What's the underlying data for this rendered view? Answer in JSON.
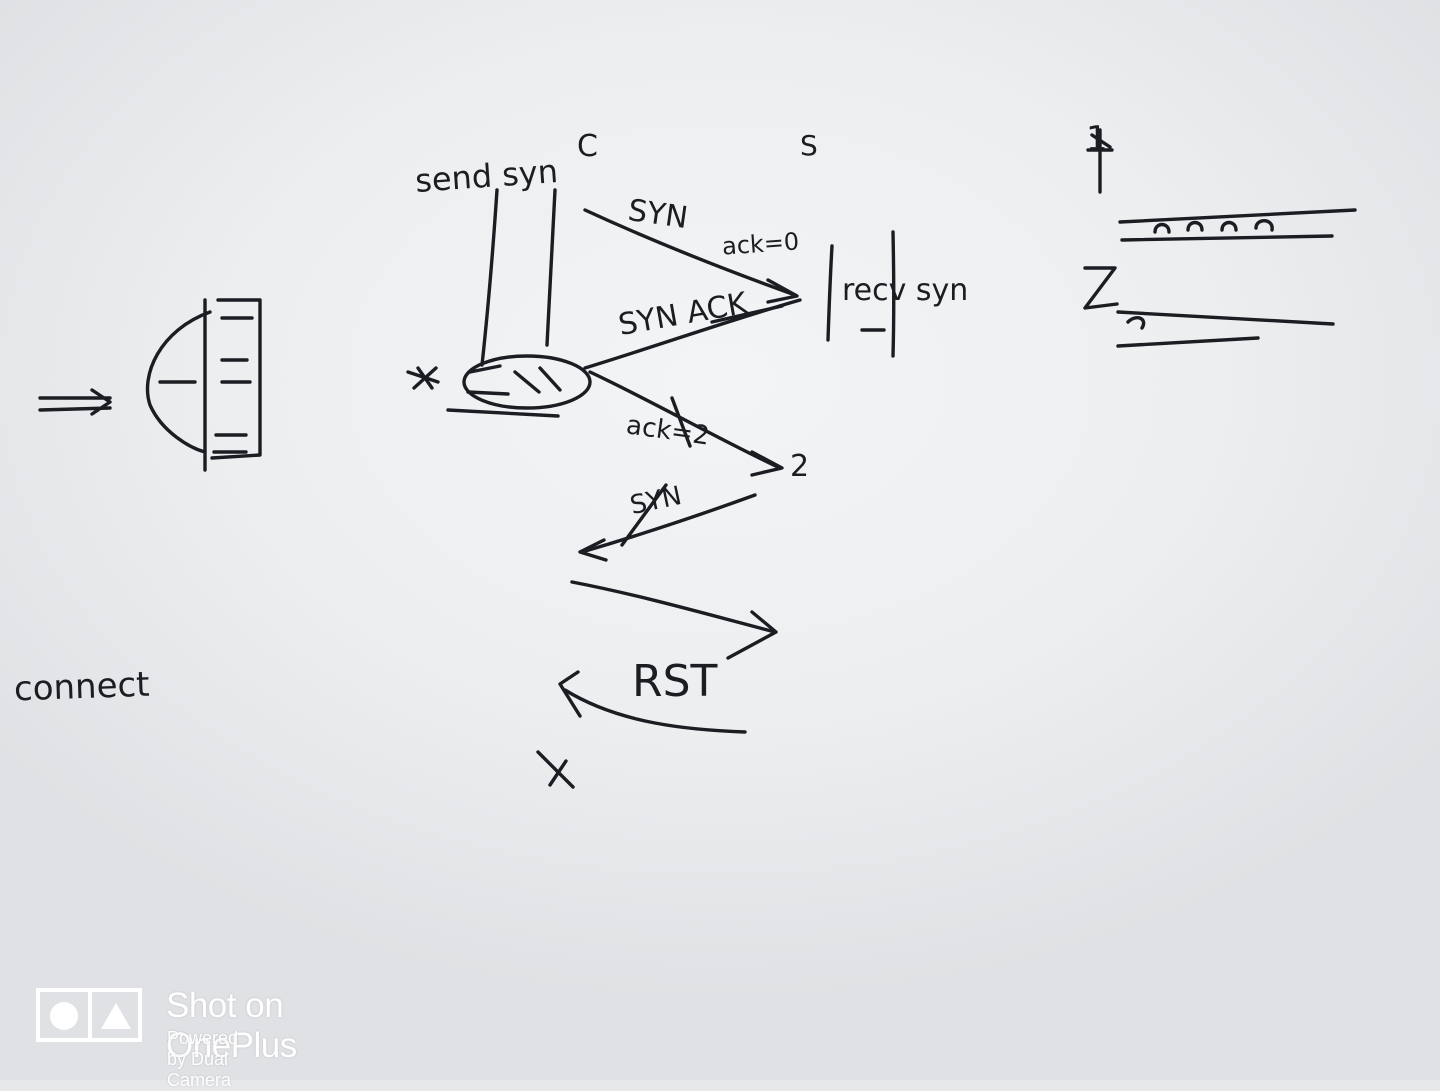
{
  "labels": {
    "client": "C",
    "server": "S",
    "send_syn": "send syn",
    "syn": "SYN",
    "ack_eq_0": "ack=0",
    "recv_syn": "recv syn",
    "syn_ack": "SYN ACK",
    "ack_eq_2": "ack=2",
    "rst": "RST",
    "connect": "connect",
    "x_mark": "X",
    "num_1": "1",
    "num_2": "2"
  },
  "watermark": {
    "title": "Shot on OnePlus",
    "subtitle": "Powered by Dual Camera"
  }
}
